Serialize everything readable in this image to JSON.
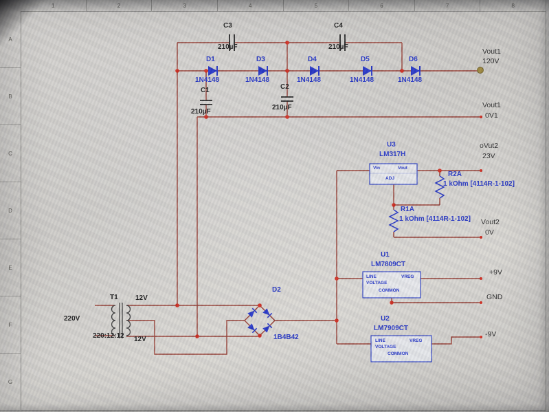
{
  "sheet": {
    "cols": [
      "1",
      "2",
      "3",
      "4",
      "5",
      "6",
      "7",
      "8"
    ],
    "rows": [
      "A",
      "B",
      "C",
      "D",
      "E",
      "F",
      "G"
    ]
  },
  "colors": {
    "wire": "#943a30",
    "junction": "#cf2b1e",
    "component_blue": "#2334c5",
    "label_black": "#1a1a1a",
    "terminal_gold": "#9a8338"
  },
  "components": {
    "c1": {
      "ref": "C1",
      "value": "210µF"
    },
    "c2": {
      "ref": "C2",
      "value": "210µF"
    },
    "c3": {
      "ref": "C3",
      "value": "210µF"
    },
    "c4": {
      "ref": "C4",
      "value": "210µF"
    },
    "d1": {
      "ref": "D1",
      "value": "1N4148"
    },
    "d3": {
      "ref": "D3",
      "value": "1N4148"
    },
    "d4": {
      "ref": "D4",
      "value": "1N4148"
    },
    "d5": {
      "ref": "D5",
      "value": "1N4148"
    },
    "d6": {
      "ref": "D6",
      "value": "1N4148"
    },
    "d2": {
      "ref": "D2",
      "value": "1B4B42"
    },
    "t1": {
      "ref": "T1",
      "ratio": "220:12:12",
      "primary": "220V",
      "secondary_top": "12V",
      "secondary_bottom": "12V"
    },
    "u3": {
      "ref": "U3",
      "part": "LM317H",
      "pins": {
        "vin": "Vin",
        "vout": "Vout",
        "adj": "ADJ"
      }
    },
    "u1": {
      "ref": "U1",
      "part": "LM7809CT",
      "pins": {
        "line": "LINE",
        "voltage": "VOLTAGE",
        "vreg": "VREG",
        "common": "COMMON"
      }
    },
    "u2": {
      "ref": "U2",
      "part": "LM7909CT",
      "pins": {
        "line": "LINE",
        "voltage": "VOLTAGE",
        "vreg": "VREG",
        "common": "COMMON"
      }
    },
    "r1a": {
      "ref": "R1A",
      "value": "1 kOhm [4114R-1-102]"
    },
    "r2a": {
      "ref": "R2A",
      "value": "1 kOhm [4114R-1-102]"
    }
  },
  "nets": {
    "vout1_hv": {
      "name": "Vout1",
      "value": "120V"
    },
    "vout1_0": {
      "name": "Vout1",
      "value": "0V1"
    },
    "vout2_hv": {
      "name": "oVut2",
      "value": "23V"
    },
    "vout2_0": {
      "name": "Vout2",
      "value": "0V"
    },
    "p9": {
      "name": "+9V"
    },
    "gnd": {
      "name": "GND"
    },
    "n9": {
      "name": "-9V"
    }
  }
}
